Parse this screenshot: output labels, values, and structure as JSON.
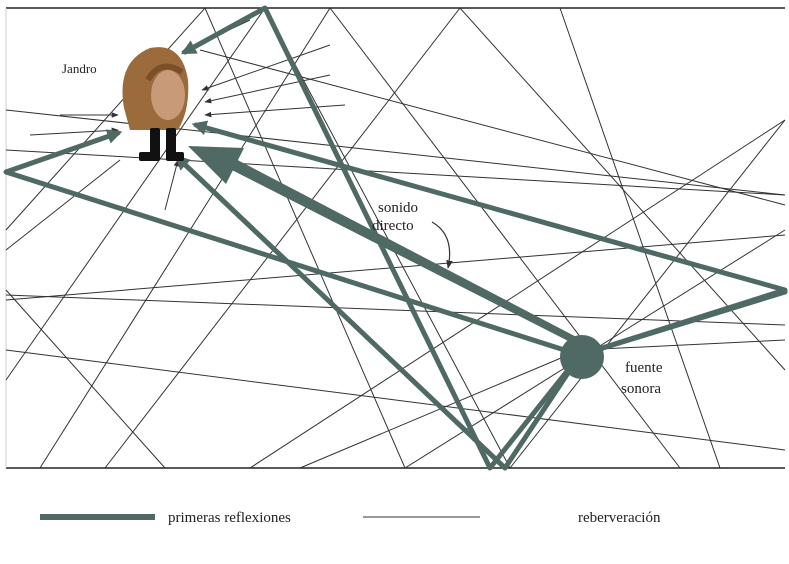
{
  "diagram": {
    "listener": {
      "name": "Jandro"
    },
    "direct_sound": {
      "label_line1": "sonido",
      "label_line2": "directo"
    },
    "source": {
      "label_line1": "fuente",
      "label_line2": "sonora"
    },
    "legend": {
      "early_reflections": "primeras reflexiones",
      "reverberation": "reberveración"
    },
    "colors": {
      "thick_path": "#4f6964",
      "thin_path": "#333333",
      "source_fill": "#4f6964",
      "hair": "#9b6b3c",
      "skin": "#c89a78",
      "legs": "#111111"
    }
  }
}
